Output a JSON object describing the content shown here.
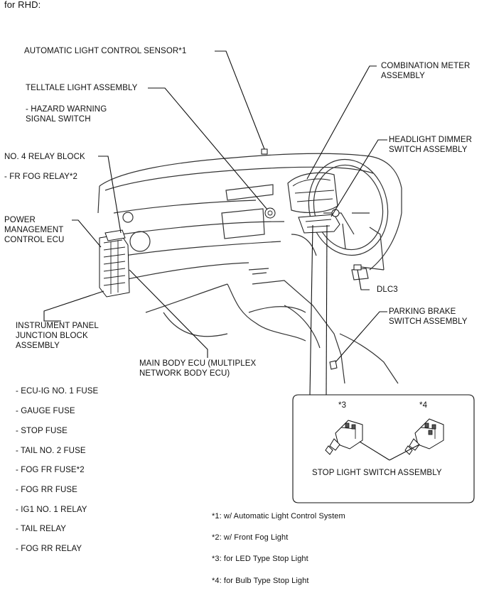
{
  "header": {
    "title": "for RHD:"
  },
  "callouts": {
    "auto_light_sensor": "AUTOMATIC LIGHT CONTROL SENSOR*1",
    "telltale": "TELLTALE LIGHT ASSEMBLY",
    "telltale_sub": "- HAZARD WARNING\nSIGNAL SWITCH",
    "relay_block": "NO. 4 RELAY BLOCK",
    "relay_block_sub": "- FR FOG RELAY*2",
    "power_mgmt": "POWER\nMANAGEMENT\nCONTROL ECU",
    "junction_block": "INSTRUMENT PANEL\nJUNCTION BLOCK\nASSEMBLY",
    "main_body_ecu": "MAIN BODY ECU (MULTIPLEX\nNETWORK BODY ECU)",
    "combination_meter": "COMBINATION METER\nASSEMBLY",
    "headlight_dimmer": "HEADLIGHT DIMMER\nSWITCH ASSEMBLY",
    "dlc3": "DLC3",
    "parking_brake": "PARKING BRAKE\nSWITCH ASSEMBLY"
  },
  "junction_items": [
    "- ECU-IG NO. 1 FUSE",
    "- GAUGE FUSE",
    "- STOP FUSE",
    "- TAIL NO. 2 FUSE",
    "- FOG FR FUSE*2",
    "- FOG RR FUSE",
    "- IG1 NO. 1 RELAY",
    "- TAIL RELAY",
    "- FOG RR RELAY"
  ],
  "inset": {
    "led_marker": "*3",
    "bulb_marker": "*4",
    "label": "STOP LIGHT SWITCH ASSEMBLY"
  },
  "footnotes": [
    "*1: w/ Automatic Light Control System",
    "*2: w/ Front Fog Light",
    "*3: for LED Type Stop Light",
    "*4: for Bulb Type Stop Light"
  ],
  "colors": {
    "line": "#111111",
    "background": "#ffffff"
  }
}
